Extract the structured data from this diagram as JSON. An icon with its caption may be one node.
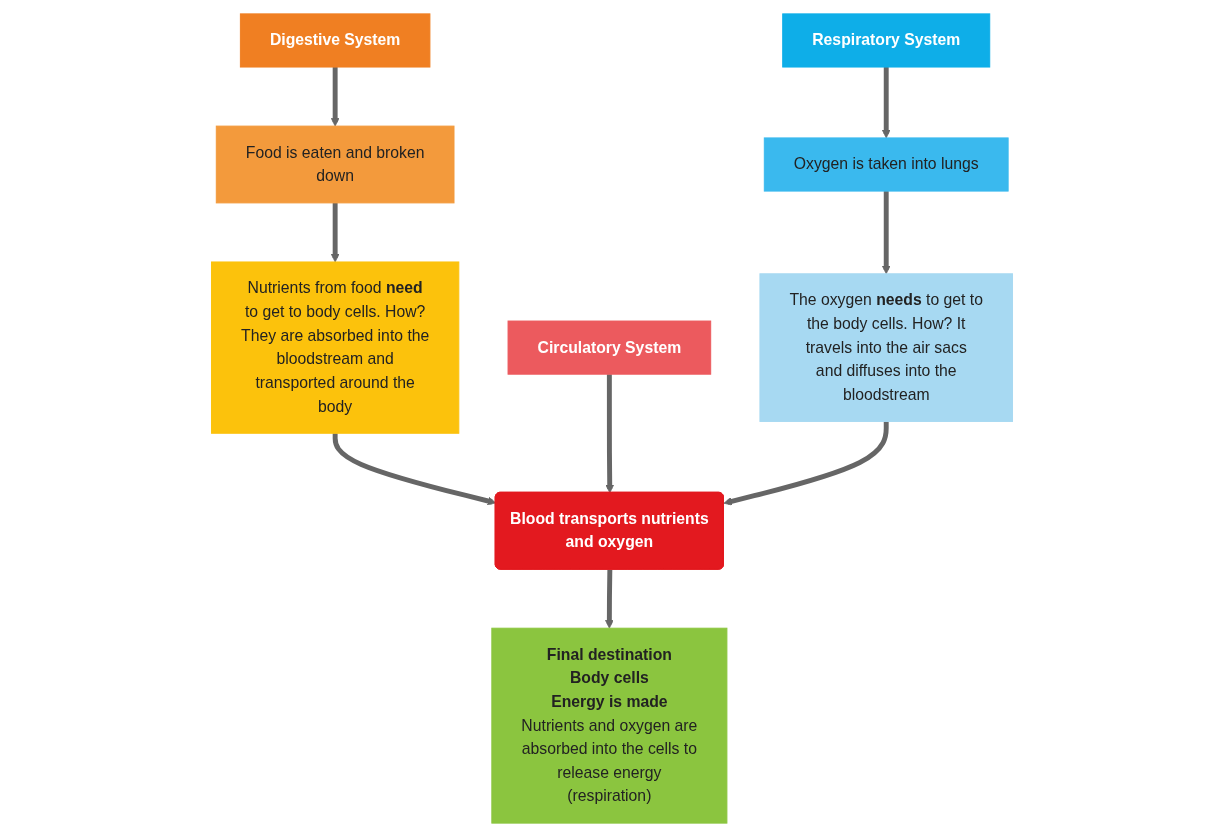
{
  "diagram": {
    "nodes": [
      {
        "text": [
          "Digestive System"
        ]
      },
      {
        "text": [
          "Circulatory System"
        ]
      },
      {
        "text": [
          "Respiratory System"
        ]
      },
      {
        "text": [
          "Food is eaten and broken down"
        ]
      },
      {
        "text": [
          "Blood transports nutrients and oxygen"
        ]
      },
      {
        "text": [
          "Oxygen is taken into lungs"
        ]
      },
      {
        "text": [
          "Nutrients from food **need** to get to body cells. How? They are absorbed into the bloodstream and transported around the body"
        ]
      },
      {
        "text": [
          "The oxygen **needs** to get to the body cells. How? It travels into the air sacs and diffuses into the bloodstream"
        ]
      },
      {
        "text": [
          "Final destination",
          "Body cells",
          "Energy is made",
          "Nutrients and oxygen are absorbed into the cells to release energy (respiration)"
        ]
      }
    ],
    "edges": [
      {
        "from": 0,
        "to": 3,
        "arrow": "to"
      },
      {
        "from": 3,
        "to": 6,
        "arrow": "to"
      },
      {
        "from": 6,
        "to": 4,
        "arrow": "to"
      },
      {
        "from": 1,
        "to": 4,
        "arrow": "to"
      },
      {
        "from": 4,
        "to": 8,
        "arrow": "to"
      },
      {
        "from": 2,
        "to": 5,
        "arrow": "to"
      },
      {
        "from": 5,
        "to": 7,
        "arrow": "to"
      },
      {
        "from": 7,
        "to": 4,
        "arrow": "to"
      }
    ]
  }
}
